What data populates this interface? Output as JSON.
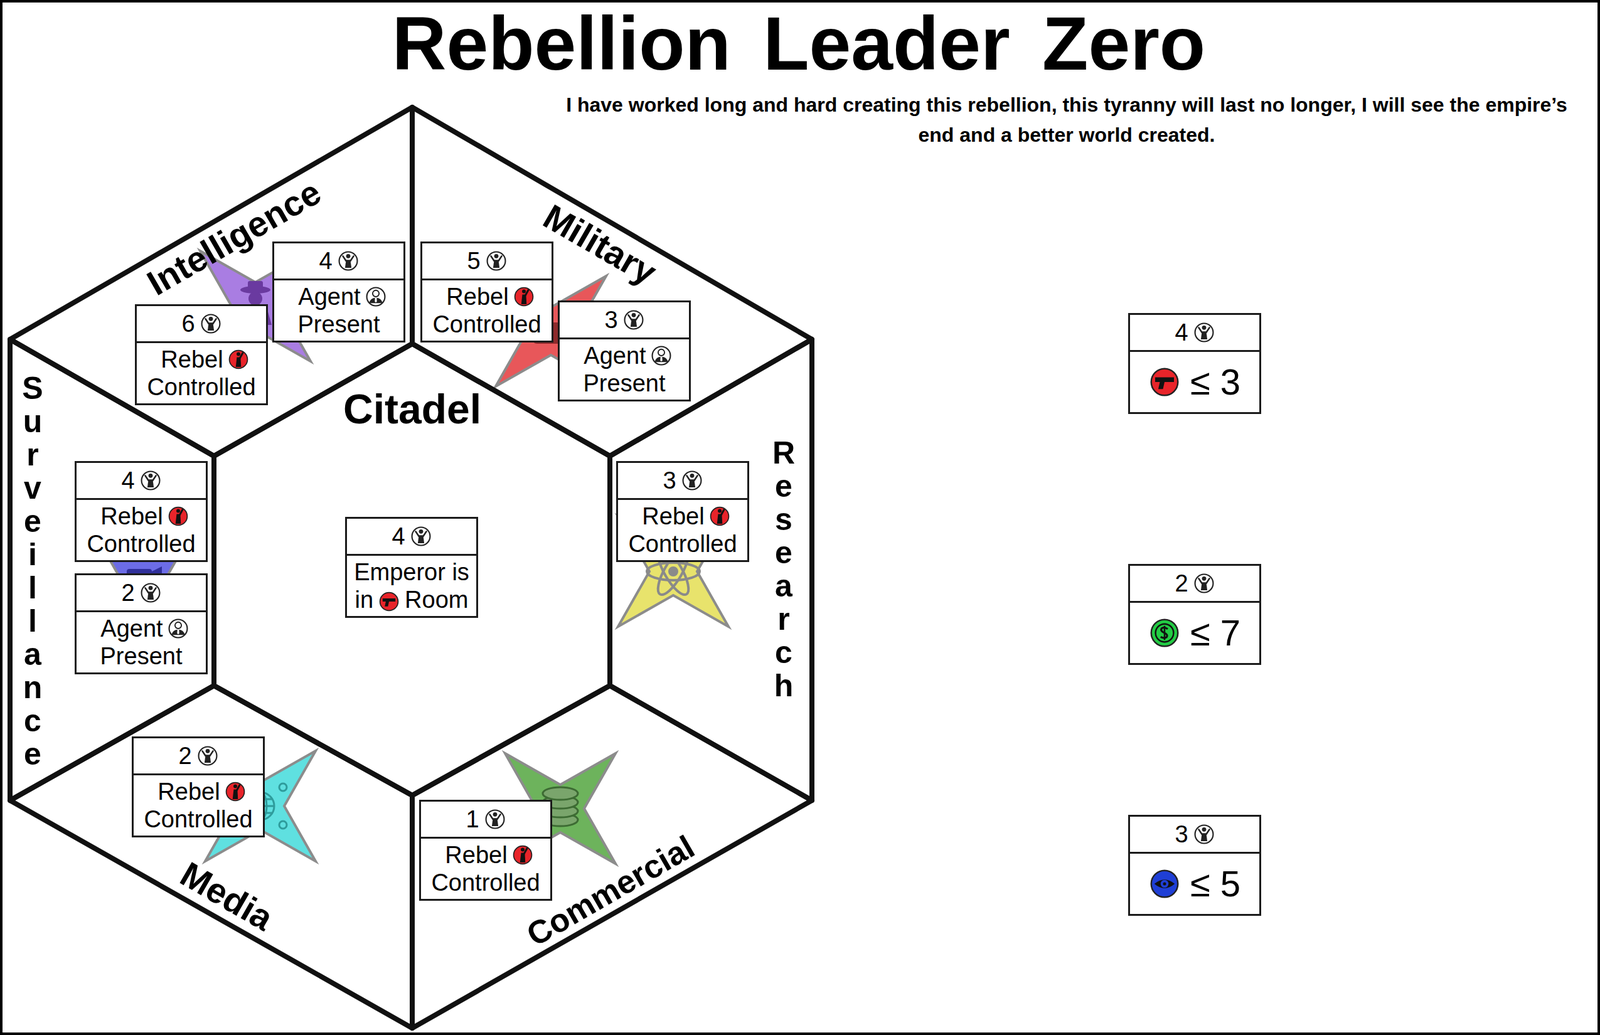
{
  "diagram": {
    "title": "Rebellion Leader Zero",
    "nodes": [
      {
        "text": [
          "Intelligence"
        ]
      },
      {
        "text": [
          "4",
          "Agent Present"
        ],
        "in": 0
      },
      {
        "text": [
          "6",
          "Rebel Controlled"
        ],
        "in": 0
      },
      {
        "text": [
          "Military"
        ]
      },
      {
        "text": [
          "5",
          "Rebel Controlled"
        ],
        "in": 3
      },
      {
        "text": [
          "3",
          "Agent Present"
        ],
        "in": 3
      },
      {
        "text": [
          "Surveillance"
        ]
      },
      {
        "text": [
          "4",
          "Rebel Controlled"
        ],
        "in": 6
      },
      {
        "text": [
          "2",
          "Agent Present"
        ],
        "in": 6
      },
      {
        "text": [
          "Citadel"
        ]
      },
      {
        "text": [
          "4",
          "Emperor is in",
          "Room"
        ],
        "in": 9
      },
      {
        "text": [
          "Research"
        ]
      },
      {
        "text": [
          "3",
          "Rebel Controlled"
        ],
        "in": 11
      },
      {
        "text": [
          "Media"
        ]
      },
      {
        "text": [
          "2",
          "Rebel Controlled"
        ],
        "in": 13
      },
      {
        "text": [
          "Commercial"
        ]
      },
      {
        "text": [
          "1",
          "Rebel Controlled"
        ],
        "in": 15
      },
      {
        "text": [
          "4",
          "≤ 3"
        ]
      },
      {
        "text": [
          "2",
          "≤ 7"
        ]
      },
      {
        "text": [
          "3",
          "≤ 5"
        ]
      }
    ],
    "labels": [
      "I have worked long and hard creating this rebellion, this tyranny will last no longer, I will see the empire’s end and a better world created."
    ]
  }
}
